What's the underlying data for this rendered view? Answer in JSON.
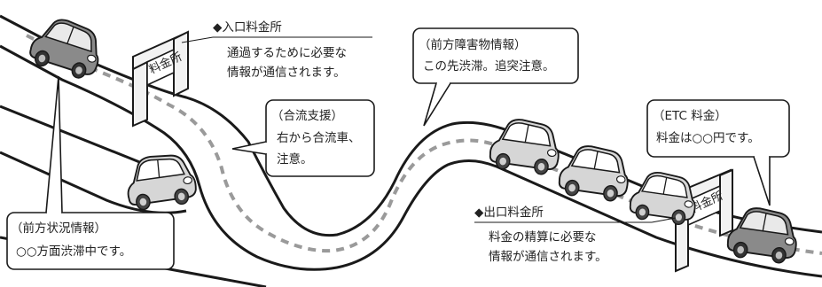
{
  "gates": {
    "entrance_sign": "料金所",
    "exit_sign": "料金所"
  },
  "labels": {
    "entrance": {
      "title": "◆入口料金所",
      "line1": "通過するために必要な",
      "line2": "情報が通信されます。"
    },
    "exit": {
      "title": "◆出口料金所",
      "line1": "料金の精算に必要な",
      "line2": "情報が通信されます。"
    }
  },
  "bubbles": {
    "forward_obstacle": {
      "title": "（前方障害物情報）",
      "line1": "この先渋滞。追突注意。"
    },
    "merge_support": {
      "title": "（合流支援）",
      "line1": "右から合流車、",
      "line2": "注意。"
    },
    "etc_fee": {
      "title": "（ETC 料金）",
      "line1": "料金は○○円です。"
    },
    "forward_status": {
      "title": "（前方状況情報）",
      "line1": "○○方面渋滞中です。"
    }
  },
  "colors": {
    "road_outline": "#1a1a1a",
    "road_fill": "#ffffff",
    "center_dash": "#9a9a9a",
    "car_light": "#d6d6d6",
    "car_dark": "#8a8a8a",
    "gate_fill": "#f2f2f2"
  }
}
